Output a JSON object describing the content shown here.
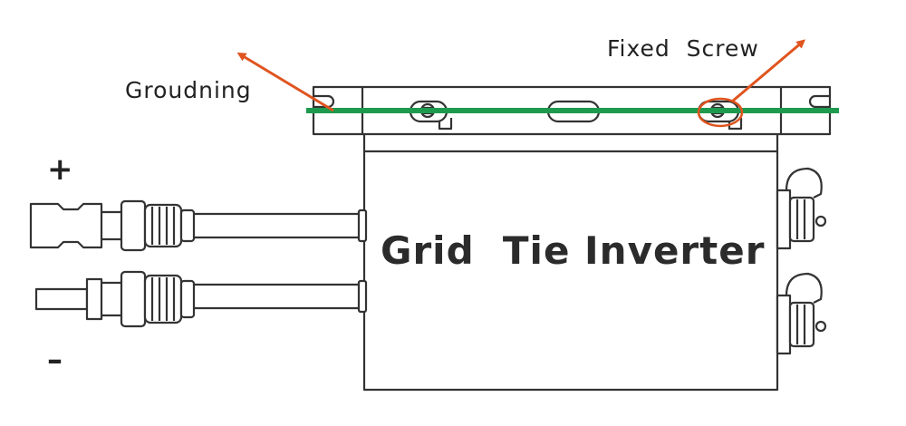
{
  "labels": {
    "grounding": "Groudning",
    "fixed_screw": "Fixed  Screw",
    "plus": "+",
    "minus": "–",
    "device_title": "Grid  Tie Inverter"
  },
  "colors": {
    "ground_wire": "#1e9a4e",
    "arrow": "#e0541e",
    "outline": "#333333"
  },
  "icons": {
    "positive_connector": "mc4-connector-female-icon",
    "negative_connector": "mc4-connector-male-icon",
    "ac_cable_gland": "cable-gland-icon",
    "mounting_screw": "screw-icon"
  }
}
